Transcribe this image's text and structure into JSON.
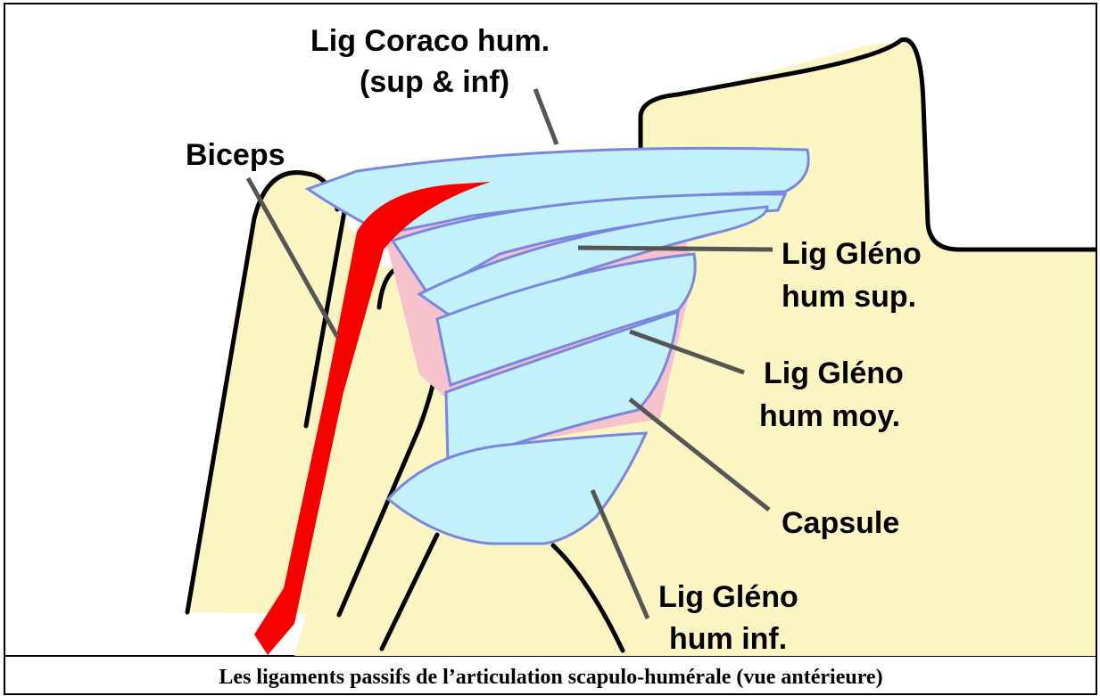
{
  "labels": {
    "coraco_line1": "Lig Coraco hum.",
    "coraco_line2": "(sup & inf)",
    "biceps": "Biceps",
    "gleno_sup_line1": "Lig Gléno",
    "gleno_sup_line2": "hum sup.",
    "gleno_moy_line1": "Lig Gléno",
    "gleno_moy_line2": "hum moy.",
    "capsule": "Capsule",
    "gleno_inf_line1": "Lig Gléno",
    "gleno_inf_line2": "hum inf."
  },
  "caption": "Les ligaments passifs de l’articulation scapulo-humérale (vue antérieure)",
  "colors": {
    "bone": "#fbf5c4",
    "ligament": "#c2f1fb",
    "ligament_outline": "#7a86e0",
    "capsule": "#f6c2cb",
    "biceps": "#f60000",
    "outline": "#000000",
    "leader": "#555555",
    "frame": "#000000",
    "background": "#ffffff"
  }
}
